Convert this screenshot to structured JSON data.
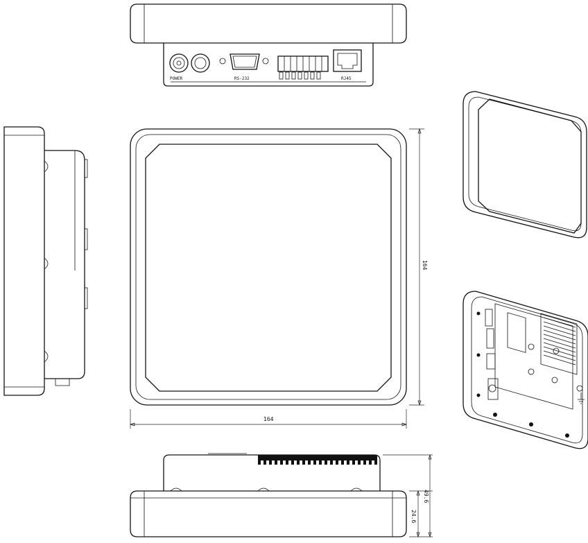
{
  "views": {
    "top": {
      "labels": {
        "power": "POWER",
        "rs232": "RS-232",
        "rj45": "RJ45"
      }
    },
    "front": {
      "dims": {
        "width": "164",
        "height": "164"
      }
    },
    "bottom": {
      "dims": {
        "total_depth": "49.6",
        "base_depth": "24.6"
      }
    }
  },
  "colors": {
    "line": "#111111",
    "background": "#ffffff"
  }
}
